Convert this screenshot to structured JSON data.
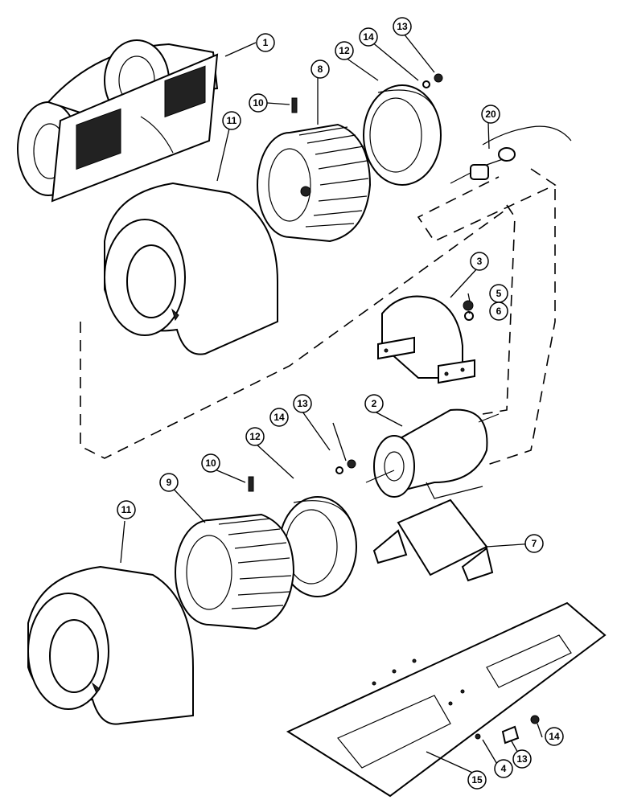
{
  "callouts": {
    "c1": "1",
    "c2": "2",
    "c3": "3",
    "c4": "4",
    "c5": "5",
    "c6": "6",
    "c7": "7",
    "c8": "8",
    "c9": "9",
    "c10a": "10",
    "c10b": "10",
    "c11a": "11",
    "c11b": "11",
    "c12a": "12",
    "c12b": "12",
    "c13a": "13",
    "c13b": "13",
    "c13c": "13",
    "c14a": "14",
    "c14b": "14",
    "c14c": "14",
    "c15": "15",
    "c20": "20"
  }
}
